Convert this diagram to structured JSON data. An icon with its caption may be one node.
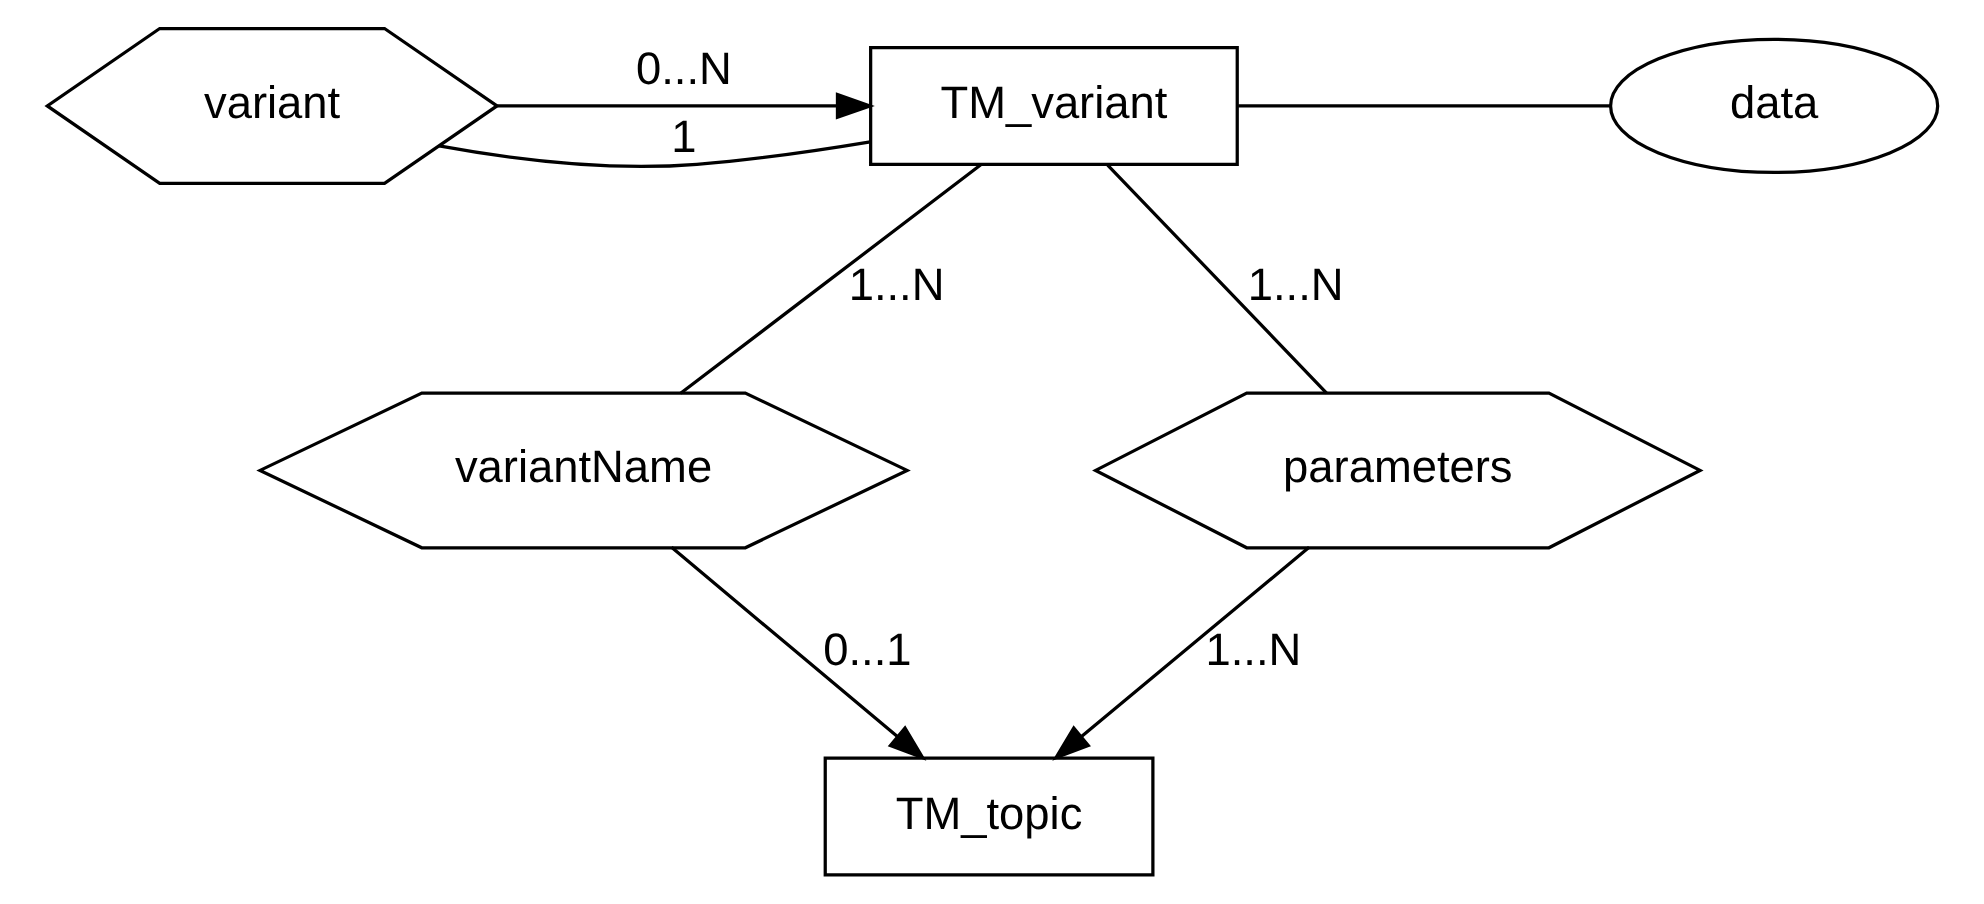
{
  "diagram": {
    "nodes": [
      {
        "text": [
          "variant"
        ]
      },
      {
        "text": [
          "TM_variant"
        ]
      },
      {
        "text": [
          "data"
        ]
      },
      {
        "text": [
          "variantName"
        ]
      },
      {
        "text": [
          "parameters"
        ]
      },
      {
        "text": [
          "TM_topic"
        ]
      }
    ],
    "edges": [
      {
        "from": 0,
        "to": 1,
        "arrow": "to",
        "label": "0...N"
      },
      {
        "from": 0,
        "to": 1,
        "arrow": "none",
        "label": "1"
      },
      {
        "from": 1,
        "to": 2,
        "arrow": "none"
      },
      {
        "from": 1,
        "to": 3,
        "arrow": "none",
        "label": "1...N"
      },
      {
        "from": 1,
        "to": 4,
        "arrow": "none",
        "label": "1...N"
      },
      {
        "from": 3,
        "to": 5,
        "arrow": "to",
        "label": "0...1"
      },
      {
        "from": 4,
        "to": 5,
        "arrow": "to",
        "label": "1...N"
      }
    ]
  }
}
